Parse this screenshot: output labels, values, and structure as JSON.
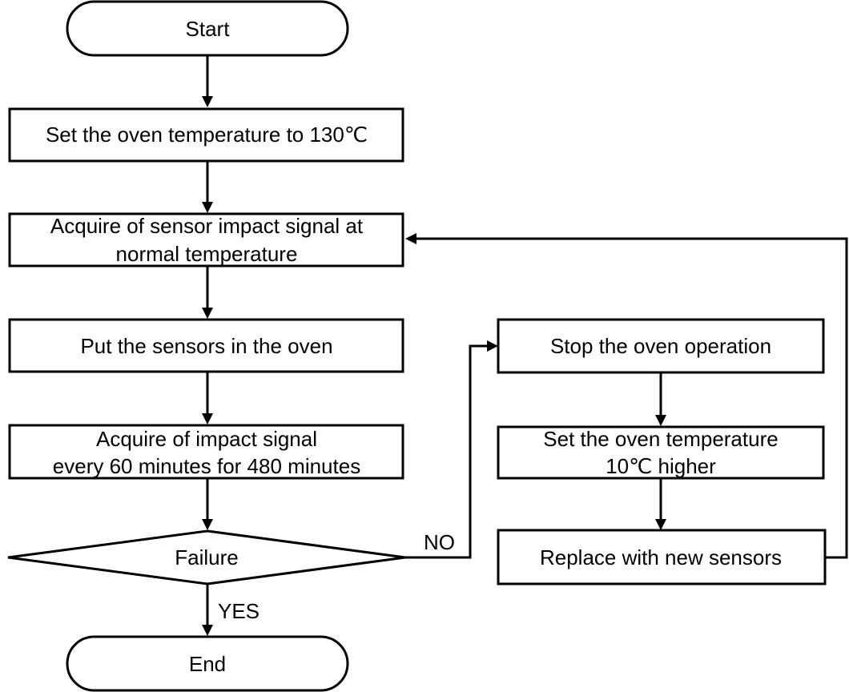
{
  "flowchart": {
    "start": "Start",
    "step_set_temp": "Set the oven temperature to 130℃",
    "step_acquire_normal": [
      "Acquire of sensor impact signal at",
      "normal temperature"
    ],
    "step_put_sensors": "Put the sensors in the oven",
    "step_acquire_interval": [
      "Acquire of impact signal",
      "every 60 minutes for 480 minutes"
    ],
    "decision": "Failure",
    "label_no": "NO",
    "label_yes": "YES",
    "end": "End",
    "step_stop": "Stop the oven operation",
    "step_raise_temp": [
      "Set the oven temperature",
      "10℃ higher"
    ],
    "step_replace": "Replace with new sensors"
  }
}
